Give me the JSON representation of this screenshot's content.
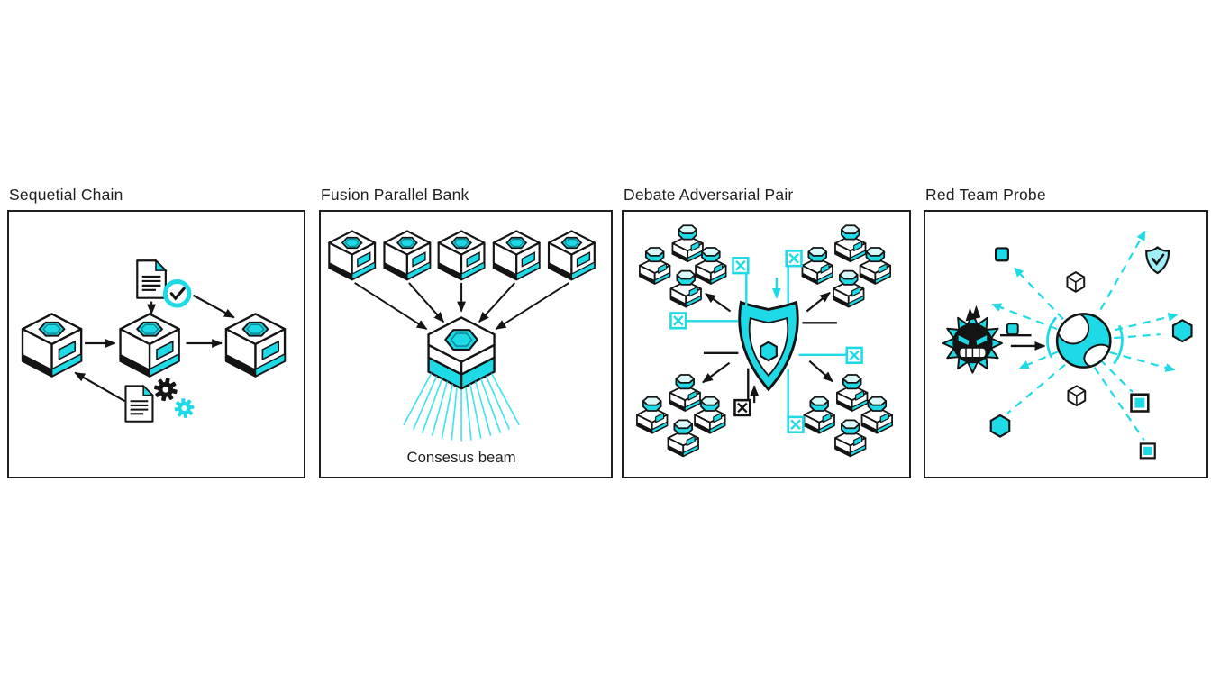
{
  "colors": {
    "accent": "#1EDAE6",
    "accent_dark": "#0E8A96",
    "accent_light": "#D9F8FA",
    "ink": "#141414",
    "panel_border": "#1F1F1F",
    "background": "#FFFFFF"
  },
  "panels": [
    {
      "title": "Sequetial Chain",
      "icons": [
        "model-cube-icon",
        "document-icon",
        "check-circle-icon",
        "gear-icon",
        "flow-arrow"
      ]
    },
    {
      "title": "Fusion Parallel Bank",
      "caption": "Consesus beam",
      "icons": [
        "model-cube-icon",
        "fusion-prism-icon",
        "consensus-beam-rays",
        "flow-arrow"
      ]
    },
    {
      "title": "Debate Adversarial Pair",
      "icons": [
        "judge-shield-icon",
        "agent-pawn-icon",
        "x-flag-icon",
        "x-mark-icon",
        "flow-arrow"
      ]
    },
    {
      "title": "Red Team Probe",
      "icons": [
        "attacker-virus-icon",
        "target-sphere-icon",
        "probe-ray-arrow",
        "shield-check-icon",
        "hexagon-token-icon",
        "square-token-icon",
        "die-icon"
      ]
    }
  ]
}
